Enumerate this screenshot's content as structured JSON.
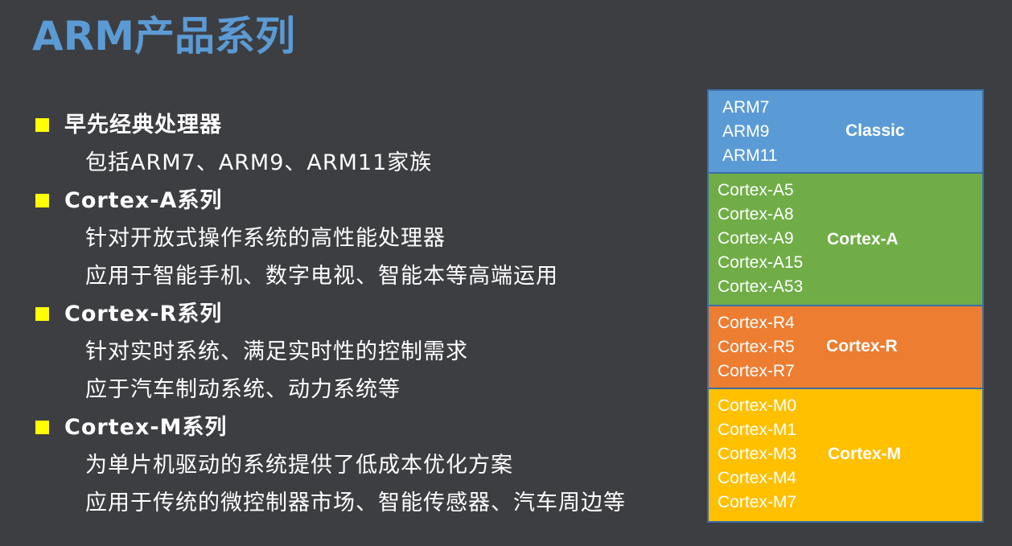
{
  "slide": {
    "title": "ARM产品系列"
  },
  "content": {
    "sections": [
      {
        "heading": "早先经典处理器",
        "lines": [
          "包括ARM7、ARM9、ARM11家族"
        ]
      },
      {
        "heading": "Cortex-A系列",
        "lines": [
          "针对开放式操作系统的高性能处理器",
          "应用于智能手机、数字电视、智能本等高端运用"
        ]
      },
      {
        "heading": "Cortex-R系列",
        "lines": [
          "针对实时系统、满足实时性的控制需求",
          "应于汽车制动系统、动力系统等"
        ]
      },
      {
        "heading": "Cortex-M系列",
        "lines": [
          "为单片机驱动的系统提供了低成本优化方案",
          "应用于传统的微控制器市场、智能传感器、汽车周边等"
        ]
      }
    ]
  },
  "family_table": {
    "groups": [
      {
        "name": "Classic",
        "color": "#5b9bd5",
        "items": [
          "ARM7",
          "ARM9",
          "ARM11"
        ]
      },
      {
        "name": "Cortex-A",
        "color": "#70ad47",
        "items": [
          "Cortex-A5",
          "Cortex-A8",
          "Cortex-A9",
          "Cortex-A15",
          "Cortex-A53"
        ]
      },
      {
        "name": "Cortex-R",
        "color": "#ed7d31",
        "items": [
          "Cortex-R4",
          "Cortex-R5",
          "Cortex-R7"
        ]
      },
      {
        "name": "Cortex-M",
        "color": "#ffc000",
        "items": [
          "Cortex-M0",
          "Cortex-M1",
          "Cortex-M3",
          "Cortex-M4",
          "Cortex-M7"
        ]
      }
    ]
  },
  "theme": {
    "background": "#3d3e42",
    "title_color": "#5b9bd5",
    "bullet_color": "#ffff00",
    "text_color": "#ffffff"
  }
}
